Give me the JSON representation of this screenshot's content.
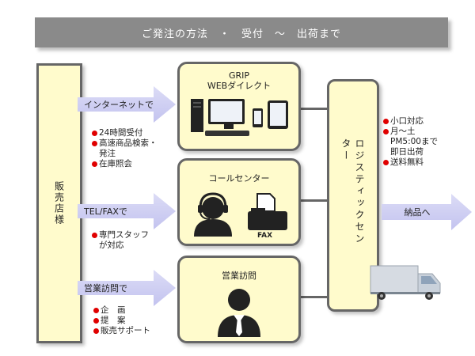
{
  "header": {
    "title": "ご発注の方法　・　受付　〜　出荷まで"
  },
  "shop": {
    "label": "販売店様"
  },
  "channels": [
    {
      "arrow_label": "インターネットで",
      "box_lines": [
        "GRIP",
        "WEBダイレクト"
      ],
      "bullets": [
        [
          "24時間受付"
        ],
        [
          "高速商品検索・",
          "発注"
        ],
        [
          "在庫照会"
        ]
      ]
    },
    {
      "arrow_label": "TEL/FAXで",
      "box_lines": [
        "コールセンター"
      ],
      "fax_label": "FAX",
      "bullets": [
        [
          "専門スタッフ",
          "が対応"
        ]
      ]
    },
    {
      "arrow_label": "営業訪問で",
      "box_lines": [
        "営業訪問"
      ],
      "bullets": [
        [
          "企　画"
        ],
        [
          "提　案"
        ],
        [
          "販売サポート"
        ]
      ]
    }
  ],
  "logistics": {
    "label": "ロジスティックセンター",
    "bullets": [
      [
        "小口対応"
      ],
      [
        "月〜土",
        "PM5:00まで",
        "即日出荷"
      ],
      [
        "送料無料"
      ]
    ],
    "out_arrow_label": "納品へ"
  },
  "icons": [
    "desktop-computer-icon",
    "smartphone-icon",
    "tablet-icon",
    "headset-operator-icon",
    "fax-machine-icon",
    "businessman-icon",
    "delivery-truck-icon"
  ],
  "colors": {
    "box_fill": "#fffbcc",
    "arrow_fill": "#c8c8f0",
    "bullet_dot": "#e00000",
    "header_bar": "#8a8a8a"
  }
}
